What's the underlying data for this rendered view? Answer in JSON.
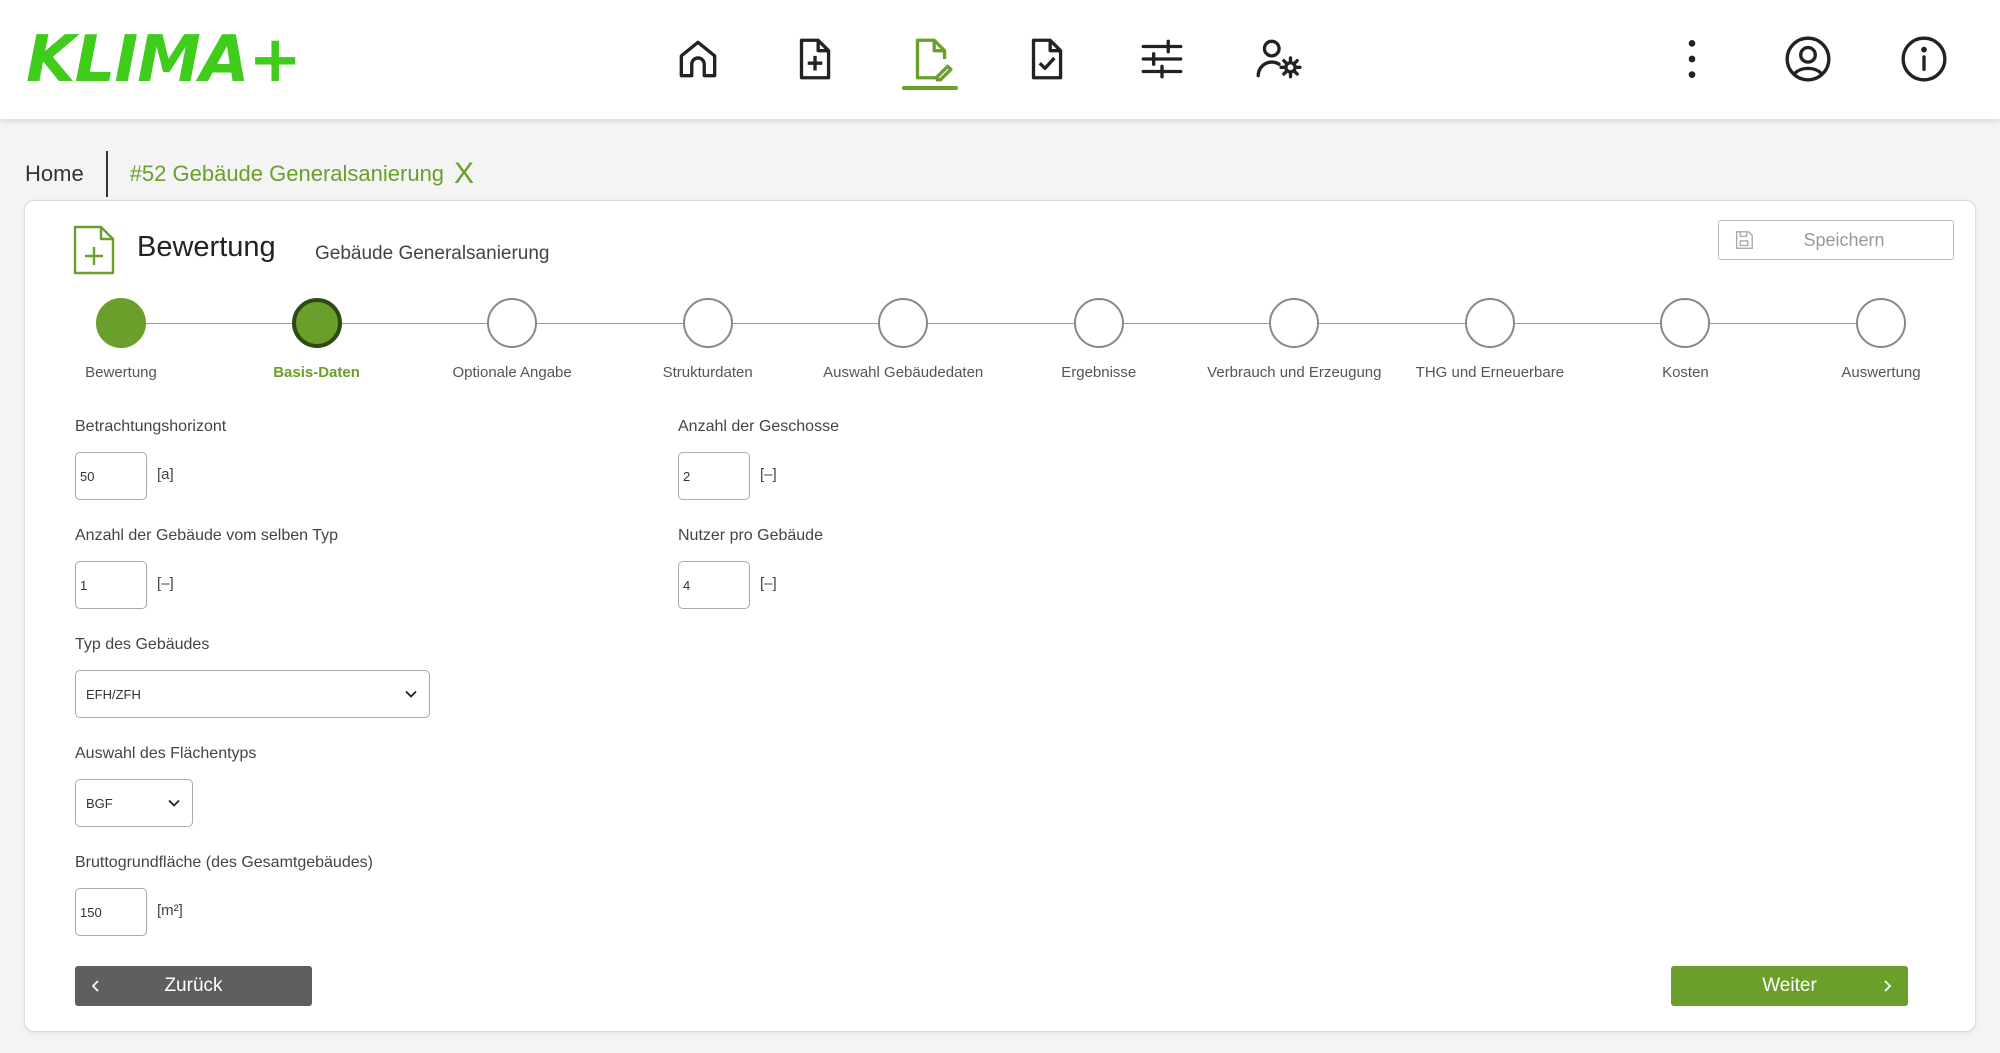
{
  "app": {
    "logo": "KLIMA+"
  },
  "nav": {
    "icons": [
      "home-icon",
      "file-add-icon",
      "file-edit-icon",
      "file-check-icon",
      "sliders-icon",
      "user-settings-icon",
      "more-vertical-icon",
      "user-circle-icon",
      "info-icon"
    ],
    "active": "file-edit-icon"
  },
  "breadcrumb": {
    "home": "Home",
    "project": "#52 Gebäude Generalsanierung",
    "close": "X"
  },
  "card": {
    "title": "Bewertung",
    "subtitle": "Gebäude Generalsanierung",
    "save_label": "Speichern"
  },
  "steps": [
    {
      "label": "Bewertung",
      "state": "done"
    },
    {
      "label": "Basis-Daten",
      "state": "current"
    },
    {
      "label": "Optionale Angabe",
      "state": "todo"
    },
    {
      "label": "Strukturdaten",
      "state": "todo"
    },
    {
      "label": "Auswahl Gebäudedaten",
      "state": "todo"
    },
    {
      "label": "Ergebnisse",
      "state": "todo"
    },
    {
      "label": "Verbrauch und Erzeugung",
      "state": "todo"
    },
    {
      "label": "THG und Erneuerbare",
      "state": "todo"
    },
    {
      "label": "Kosten",
      "state": "todo"
    },
    {
      "label": "Auswertung",
      "state": "todo"
    }
  ],
  "form": {
    "horizon": {
      "label": "Betrachtungshorizont",
      "value": "50",
      "unit": "[a]"
    },
    "floors": {
      "label": "Anzahl der Geschosse",
      "value": "2",
      "unit": "[–]"
    },
    "buildings": {
      "label": "Anzahl der Gebäude vom selben Typ",
      "value": "1",
      "unit": "[–]"
    },
    "users": {
      "label": "Nutzer pro Gebäude",
      "value": "4",
      "unit": "[–]"
    },
    "type": {
      "label": "Typ des Gebäudes",
      "value": "EFH/ZFH"
    },
    "area_type": {
      "label": "Auswahl des Flächentyps",
      "value": "BGF"
    },
    "gross_area": {
      "label": "Bruttogrundfläche (des Gesamtgebäudes)",
      "value": "150",
      "unit": "[m²]"
    }
  },
  "buttons": {
    "back": "Zurück",
    "next": "Weiter"
  },
  "colors": {
    "brand_green": "#6a9f2b",
    "logo_green": "#3fcc1a",
    "back_gray": "#5f5f5f"
  }
}
